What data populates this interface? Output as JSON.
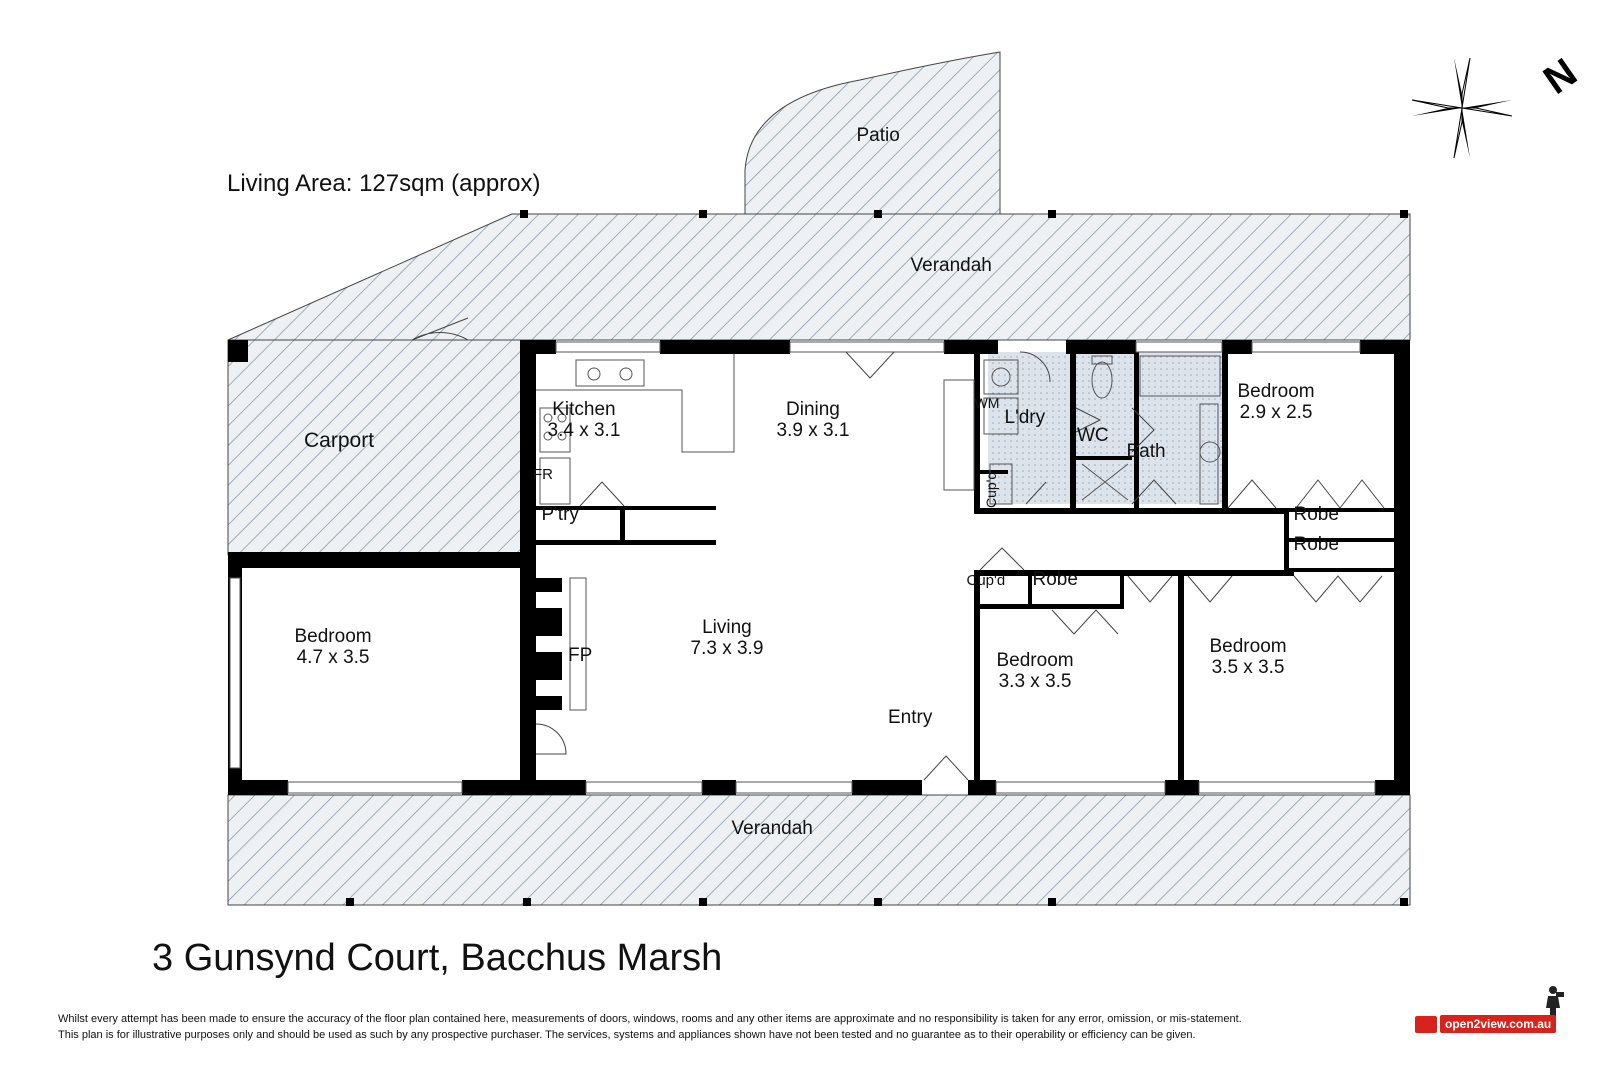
{
  "living_area": "Living Area: 127sqm (approx)",
  "address": "3 Gunsynd Court, Bacchus Marsh",
  "north_label": "N",
  "rooms": {
    "patio": "Patio",
    "verandah_rear": "Verandah",
    "verandah_front": "Verandah",
    "carport": "Carport",
    "kitchen": {
      "name": "Kitchen",
      "dim": "3.4 x 3.1"
    },
    "dining": {
      "name": "Dining",
      "dim": "3.9 x 3.1"
    },
    "living": {
      "name": "Living",
      "dim": "7.3 x 3.9"
    },
    "bedroom1": {
      "name": "Bedroom",
      "dim": "4.7 x 3.5"
    },
    "bedroom2": {
      "name": "Bedroom",
      "dim": "2.9 x 2.5"
    },
    "bedroom3": {
      "name": "Bedroom",
      "dim": "3.3 x 3.5"
    },
    "bedroom4": {
      "name": "Bedroom",
      "dim": "3.5 x 3.5"
    },
    "laundry": "L'dry",
    "wc": "WC",
    "bath": "Bath",
    "pantry": "P'try",
    "fridge": "FR",
    "fireplace": "FP",
    "entry": "Entry",
    "wm": "WM",
    "cupd_laundry": "Cup'd",
    "cupd_hall": "Cup'd",
    "robe_hall": "Robe",
    "robe_bed2_a": "Robe",
    "robe_bed2_b": "Robe"
  },
  "disclaimer": [
    "Whilst every attempt has been made to ensure the accuracy of the floor plan contained here, measurements of doors, windows, rooms and any other items are approximate and no responsibility is taken for any error, omission, or mis-statement.",
    "This plan is for illustrative purposes only and should be used as such by any prospective purchaser. The services, systems and appliances shown have not been tested and no guarantee as to their operability or efficiency can be given."
  ],
  "brand": "open2view.com.au",
  "colors": {
    "wall": "#000000",
    "hatch": "#8a9aa8",
    "outdoor_bg": "#eef1f4",
    "wet_area": "#dde3ea",
    "brand_red": "#d6231c"
  }
}
